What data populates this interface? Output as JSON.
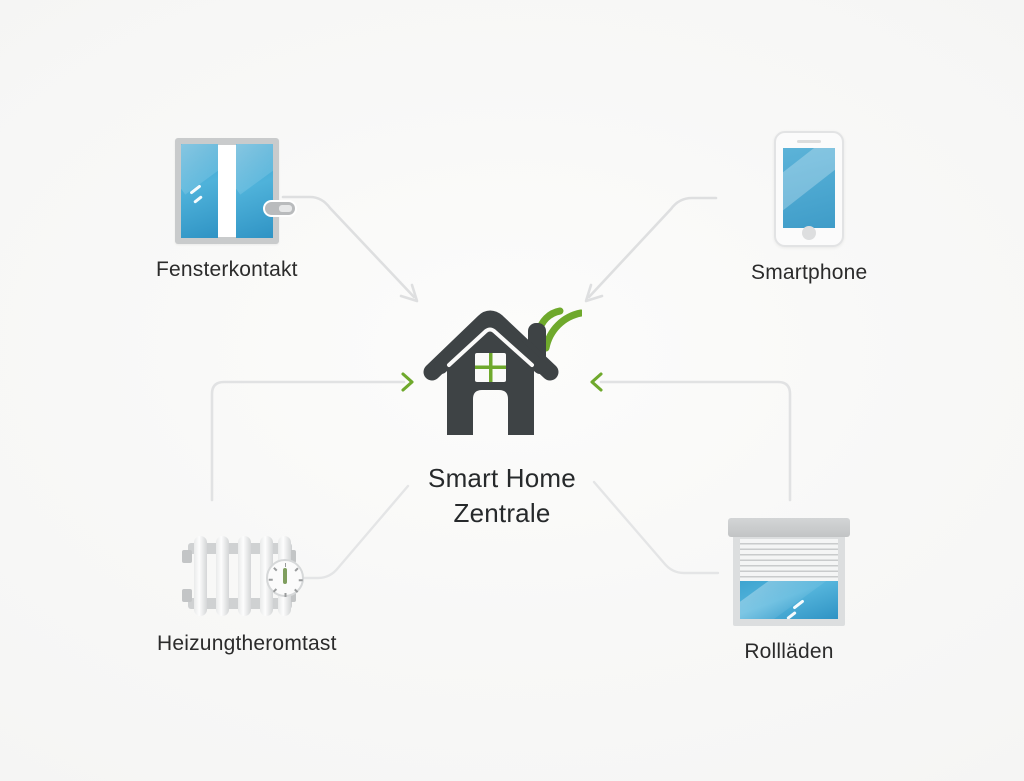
{
  "diagram": {
    "title": "Smart Home Zentrale",
    "background_color": "#fafaf9",
    "accent_green": "#6fa92c",
    "house_color": "#3e4345",
    "connector_color": "#dddedf",
    "glass_blue": "#4aa9d4"
  },
  "hub": {
    "label_line1": "Smart Home",
    "label_line2": "Zentrale",
    "icon": "house-hub-icon",
    "signal_icon": "wifi-waves-icon"
  },
  "nodes": [
    {
      "id": "fensterkontakt",
      "label": "Fensterkontakt",
      "icon": "window-contact-icon",
      "position": "top-left"
    },
    {
      "id": "smartphone",
      "label": "Smartphone",
      "icon": "smartphone-icon",
      "position": "top-right"
    },
    {
      "id": "heizungthermostat",
      "label": "Heizungtheromtast",
      "icon": "radiator-thermostat-icon",
      "position": "bottom-left"
    },
    {
      "id": "rolllaeden",
      "label": "Rollläden",
      "icon": "roller-shutter-icon",
      "position": "bottom-right"
    }
  ],
  "connectors": [
    {
      "id": "window-to-hub",
      "from": "fensterkontakt",
      "to": "hub",
      "arrow": "gray-arrow-down-right"
    },
    {
      "id": "phone-to-hub",
      "from": "smartphone",
      "to": "hub",
      "arrow": "gray-arrow-down-left"
    },
    {
      "id": "heating-to-hub",
      "from": "heizungthermostat",
      "to": "hub",
      "arrow": "green-chevron-right"
    },
    {
      "id": "shutter-to-hub",
      "from": "rolllaeden",
      "to": "hub",
      "arrow": "green-chevron-left"
    },
    {
      "id": "heating-line-low",
      "from": "heizungthermostat",
      "to": "hub",
      "arrow": "none"
    },
    {
      "id": "shutter-line-low",
      "from": "hub",
      "to": "rolllaeden",
      "arrow": "none"
    }
  ]
}
